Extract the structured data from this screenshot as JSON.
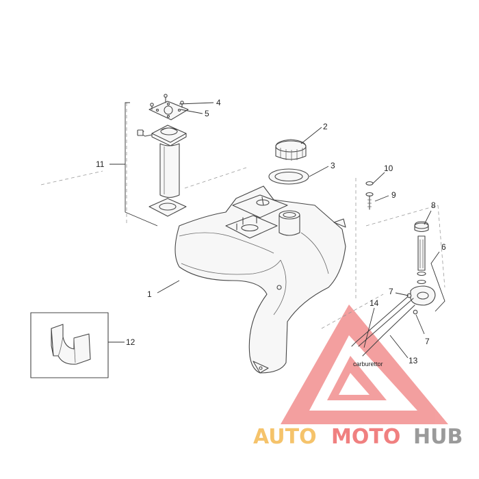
{
  "diagram": {
    "callouts": {
      "c1": "1",
      "c2": "2",
      "c3": "3",
      "c4": "4",
      "c5": "5",
      "c6": "6",
      "c7a": "7",
      "c7b": "7",
      "c8": "8",
      "c9": "9",
      "c10": "10",
      "c11": "11",
      "c12": "12",
      "c13": "13",
      "c14": "14"
    },
    "hose_label": "carburettor"
  },
  "watermark": {
    "word_a": "AUTO",
    "word_b": "MOTO",
    "word_c": "HUB",
    "colors": {
      "triangle": "#f08080",
      "auto": "#f5c36b",
      "moto": "#f08080",
      "hub": "#9a9a9a"
    }
  }
}
